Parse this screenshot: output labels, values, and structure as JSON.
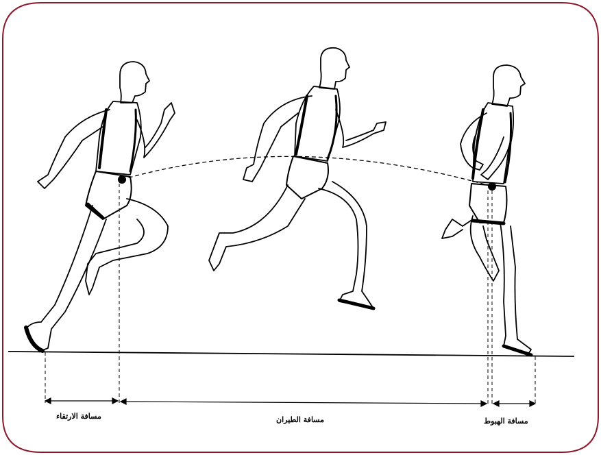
{
  "labels": {
    "takeoff": "مسافة الارتقاء",
    "flight": "مسافة الطيران",
    "landing": "مسافة الهبوط"
  },
  "colors": {
    "frame": "#8a1a2b",
    "ink": "#000000"
  }
}
